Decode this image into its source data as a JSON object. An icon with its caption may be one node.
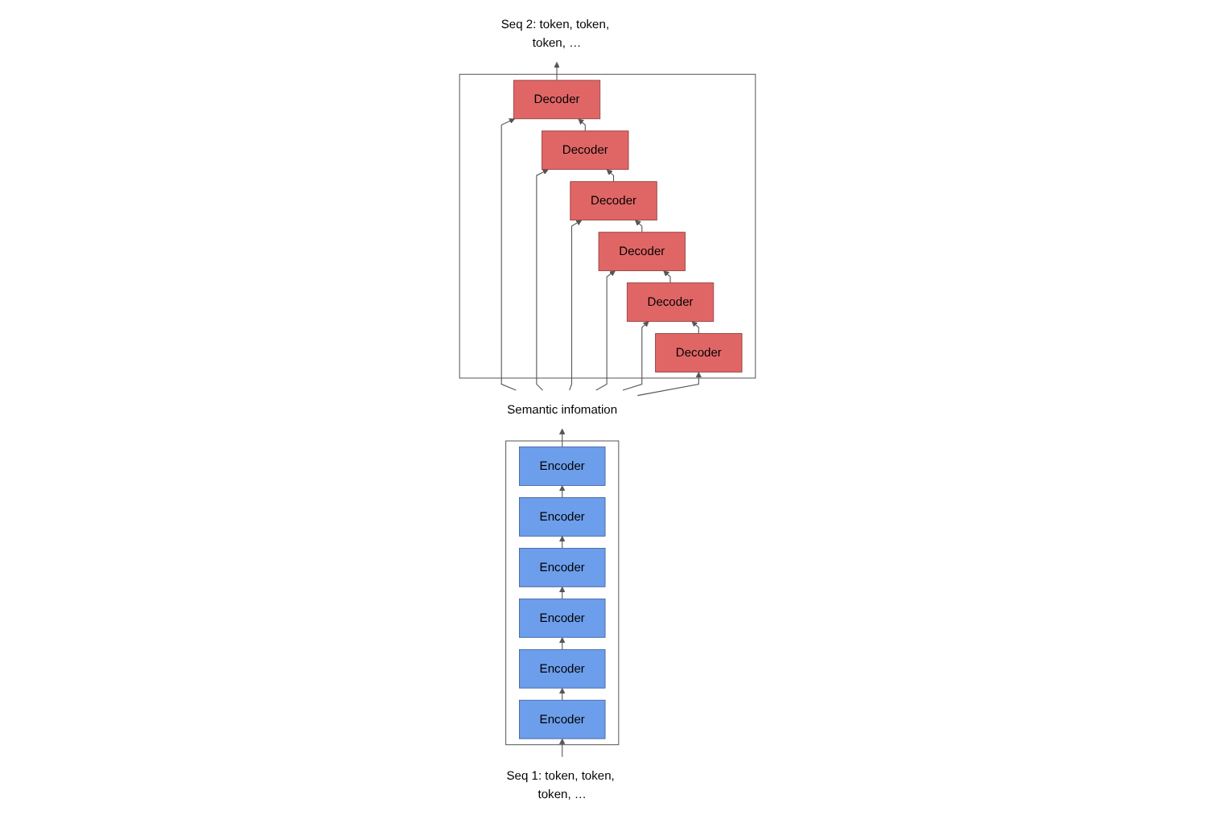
{
  "diagram": {
    "nodes": [
      {
        "text": [
          "Semantic infomation"
        ]
      },
      {
        "text": [
          "Seq 2: token, token, token, …"
        ]
      },
      {
        "text": [],
        "shape": "box"
      },
      {
        "text": [
          "Encoder"
        ],
        "in": 2
      },
      {
        "text": [
          "Encoder"
        ],
        "in": 2
      },
      {
        "text": [
          "Encoder"
        ],
        "in": 2
      },
      {
        "text": [
          "Encoder"
        ],
        "in": 2
      },
      {
        "text": [
          "Encoder"
        ],
        "in": 2
      },
      {
        "text": [
          "Encoder"
        ],
        "in": 2
      },
      {
        "text": [],
        "shape": "box"
      },
      {
        "text": [
          "Decoder"
        ],
        "in": 9
      },
      {
        "text": [
          "Decoder"
        ],
        "in": 9
      },
      {
        "text": [
          "Decoder"
        ],
        "in": 9
      },
      {
        "text": [
          "Decoder"
        ],
        "in": 9
      },
      {
        "text": [
          "Decoder"
        ],
        "in": 9
      },
      {
        "text": [
          "Decoder"
        ],
        "in": 9
      },
      {
        "text": [
          "Seq 1: token, token, token, …"
        ]
      }
    ],
    "edges": [
      {
        "from": 16,
        "to": 8,
        "arrow": "to"
      },
      {
        "from": 8,
        "to": 7,
        "arrow": "to"
      },
      {
        "from": 7,
        "to": 6,
        "arrow": "to"
      },
      {
        "from": 6,
        "to": 5,
        "arrow": "to"
      },
      {
        "from": 5,
        "to": 4,
        "arrow": "to"
      },
      {
        "from": 4,
        "to": 3,
        "arrow": "to"
      },
      {
        "from": 3,
        "to": 0,
        "arrow": "to"
      },
      {
        "from": 0,
        "to": 10,
        "arrow": "to"
      },
      {
        "from": 0,
        "to": 11,
        "arrow": "to"
      },
      {
        "from": 0,
        "to": 12,
        "arrow": "to"
      },
      {
        "from": 0,
        "to": 13,
        "arrow": "to"
      },
      {
        "from": 0,
        "to": 14,
        "arrow": "to"
      },
      {
        "from": 0,
        "to": 15,
        "arrow": "to"
      },
      {
        "from": 15,
        "to": 14,
        "arrow": "to"
      },
      {
        "from": 14,
        "to": 13,
        "arrow": "to"
      },
      {
        "from": 13,
        "to": 12,
        "arrow": "to"
      },
      {
        "from": 12,
        "to": 11,
        "arrow": "to"
      },
      {
        "from": 11,
        "to": 10,
        "arrow": "to"
      },
      {
        "from": 10,
        "to": 1,
        "arrow": "to"
      }
    ]
  }
}
